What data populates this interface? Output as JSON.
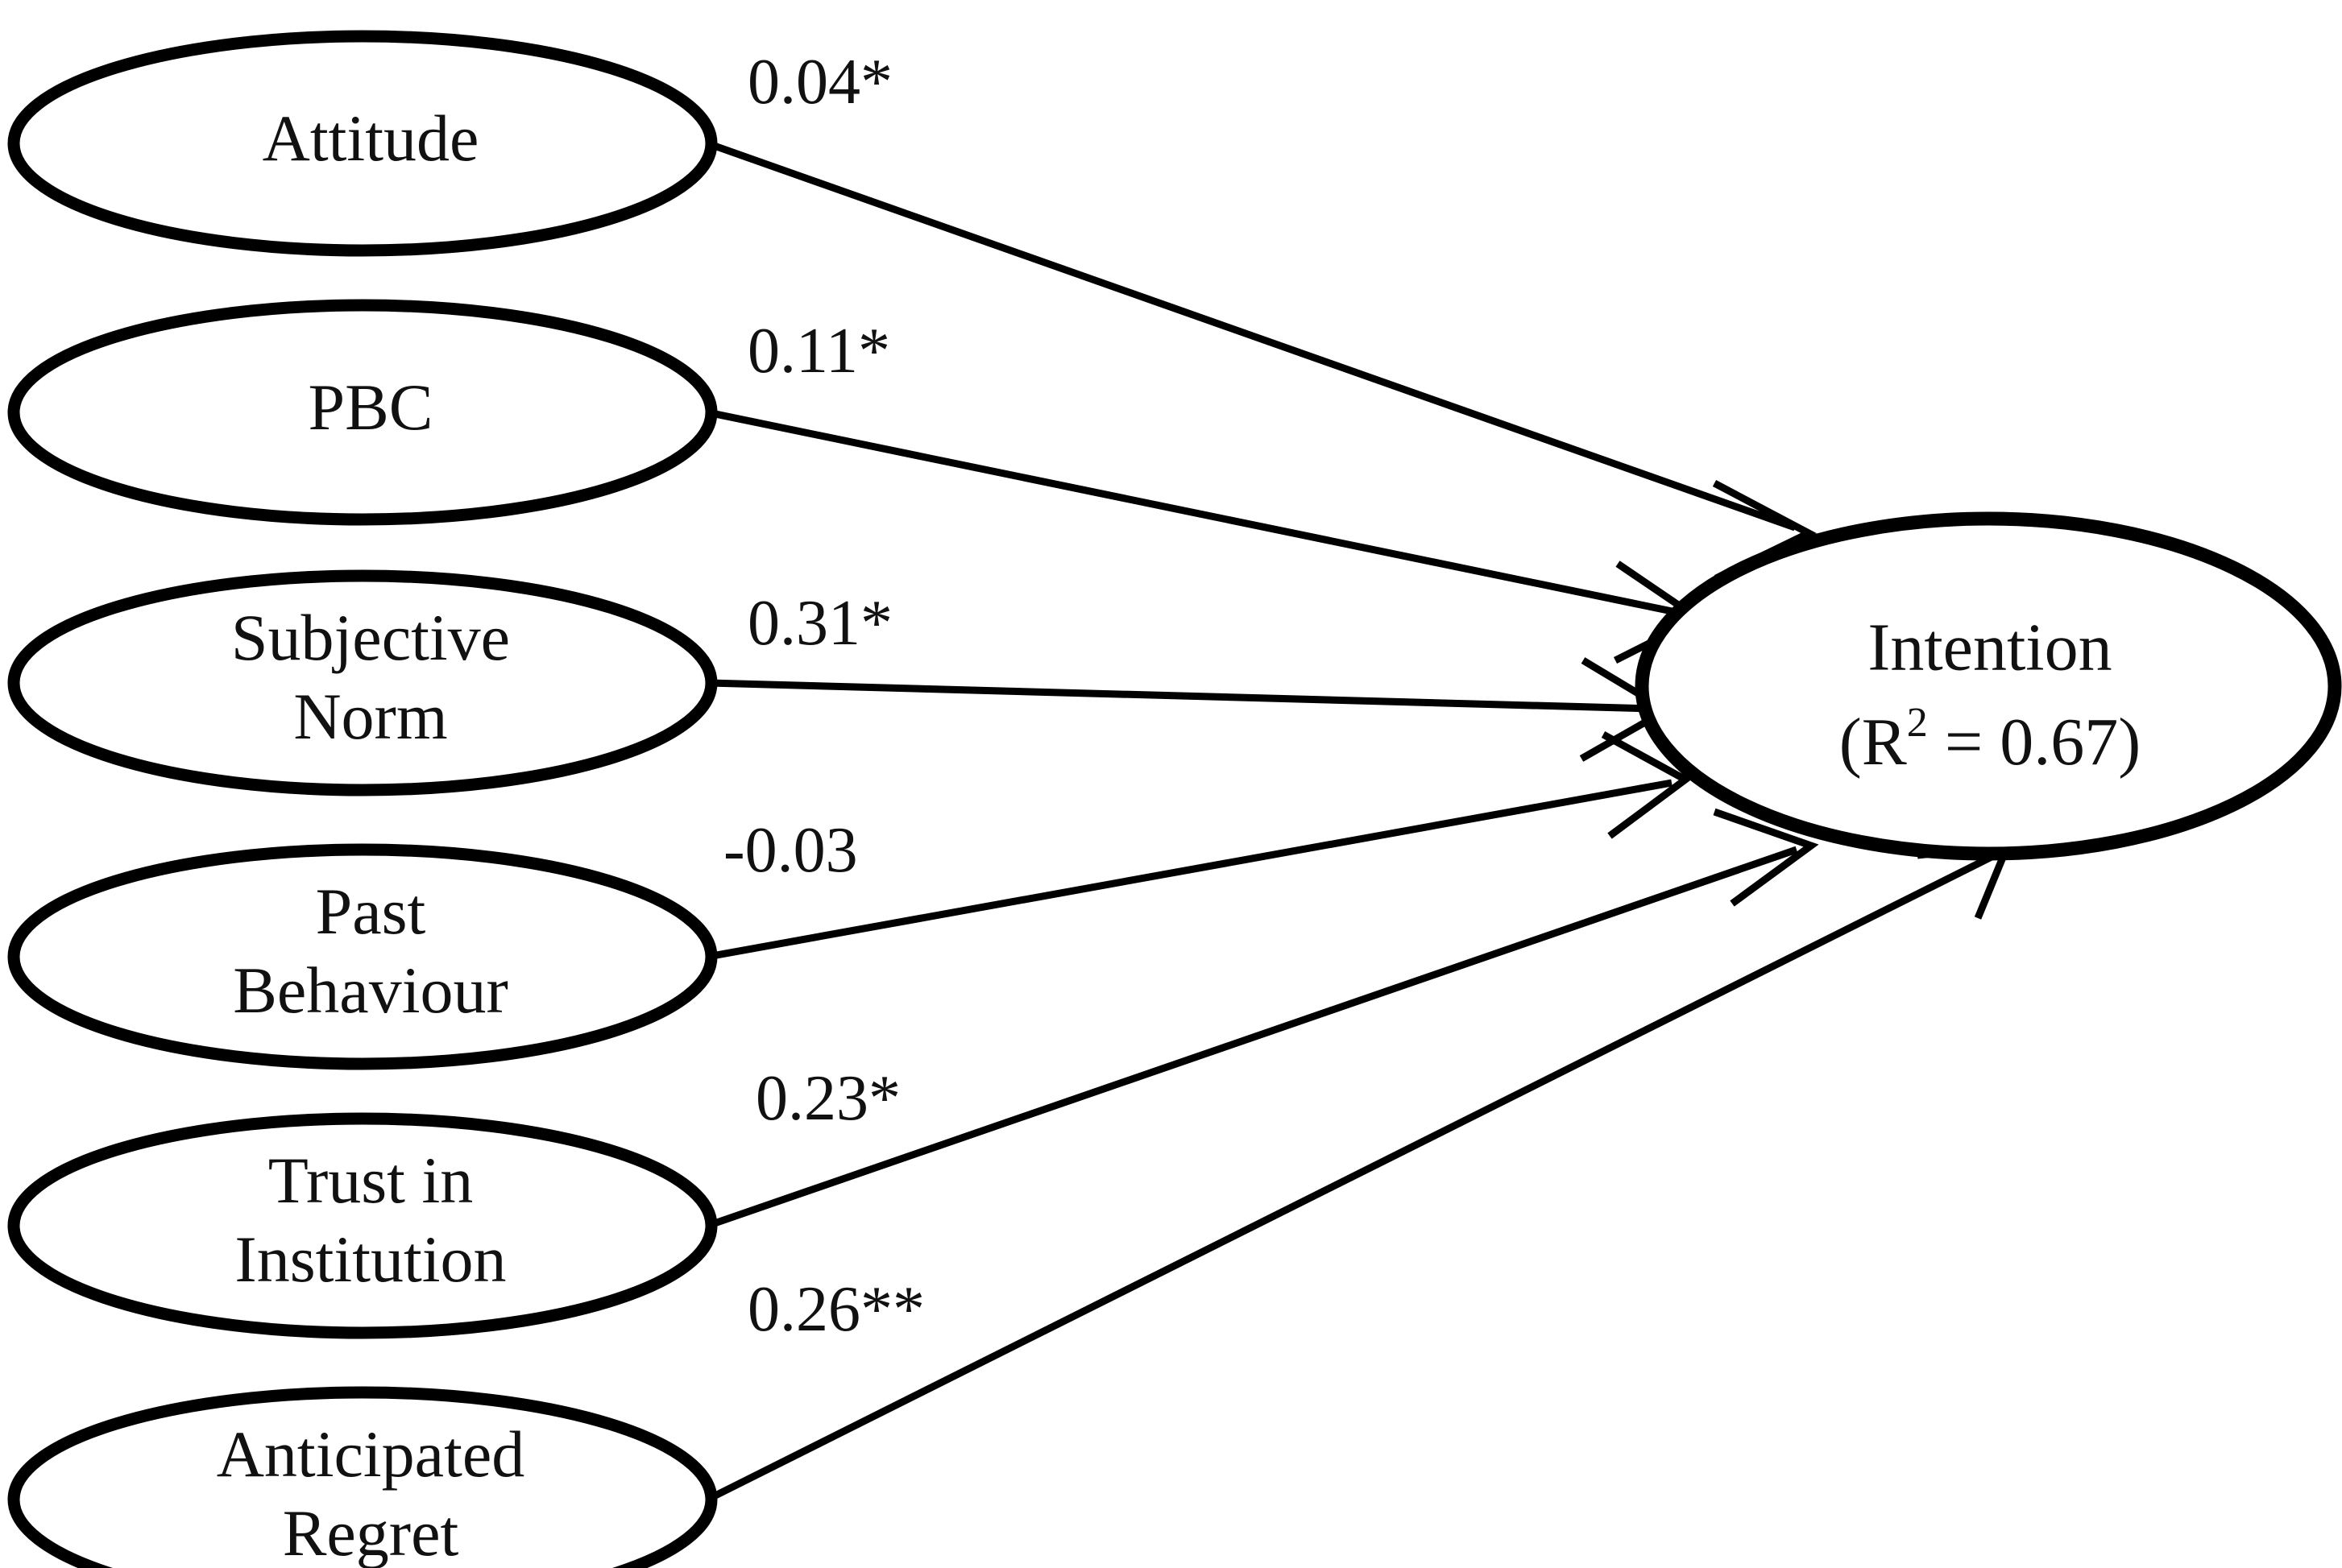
{
  "diagram": {
    "type": "path-diagram",
    "title": "",
    "background_color": "#ffffff",
    "line_color": "#000000",
    "outcome": {
      "id": "intention",
      "label_line1": "Intention",
      "label_line2_prefix": "(R",
      "label_line2_sup": "2",
      "label_line2_suffix": " = 0.67)",
      "r_squared": 0.67
    },
    "predictors": [
      {
        "id": "attitude",
        "label_line1": "Attitude",
        "label_line2": "",
        "coefficient": "0.04*",
        "value": 0.04,
        "significance": "*",
        "significant": true
      },
      {
        "id": "pbc",
        "label_line1": "PBC",
        "label_line2": "",
        "coefficient": "0.11*",
        "value": 0.11,
        "significance": "*",
        "significant": true
      },
      {
        "id": "subjective-norm",
        "label_line1": "Subjective",
        "label_line2": "Norm",
        "coefficient": "0.31*",
        "value": 0.31,
        "significance": "*",
        "significant": true
      },
      {
        "id": "past-behaviour",
        "label_line1": "Past",
        "label_line2": "Behaviour",
        "coefficient": "-0.03",
        "value": -0.03,
        "significance": "",
        "significant": false
      },
      {
        "id": "trust-in-institution",
        "label_line1": "Trust in",
        "label_line2": "Institution",
        "coefficient": "0.23*",
        "value": 0.23,
        "significance": "*",
        "significant": true
      },
      {
        "id": "anticipated-regret",
        "label_line1": "Anticipated",
        "label_line2": "Regret",
        "coefficient": "0.26**",
        "value": 0.26,
        "significance": "**",
        "significant": true
      }
    ]
  },
  "chart_data": {
    "type": "diagram",
    "title": "",
    "categories": [
      "Attitude",
      "PBC",
      "Subjective Norm",
      "Past Behaviour",
      "Trust in Institution",
      "Anticipated Regret"
    ],
    "values": [
      0.04,
      0.11,
      0.31,
      -0.03,
      0.23,
      0.26
    ],
    "labels": [
      "0.04*",
      "0.11*",
      "0.31*",
      "-0.03",
      "0.23*",
      "0.26**"
    ],
    "target": "Intention",
    "target_r_squared": 0.67,
    "xlabel": "",
    "ylabel": ""
  }
}
